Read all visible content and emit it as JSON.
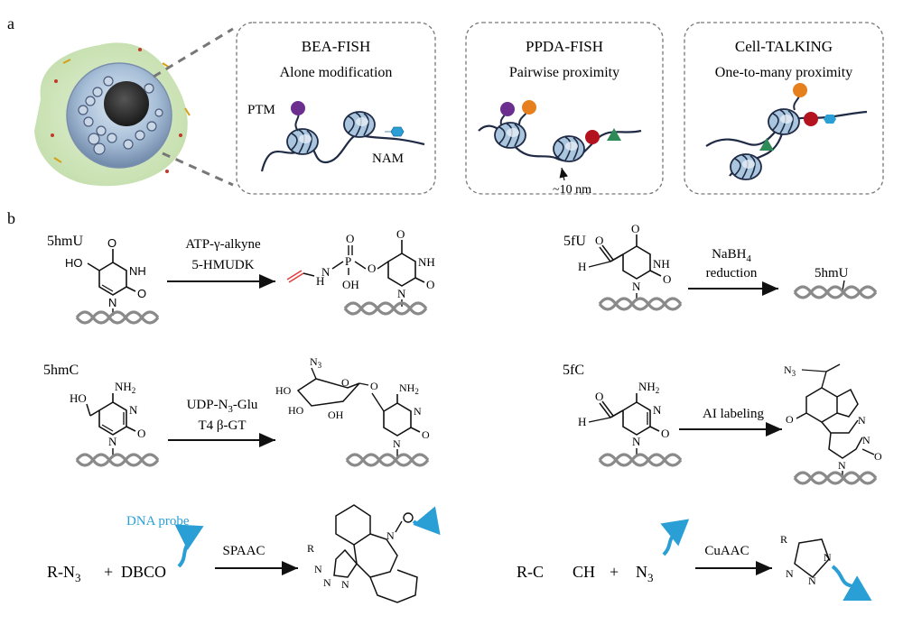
{
  "panel_labels": {
    "a": "a",
    "b": "b"
  },
  "panels": [
    {
      "title": "BEA-FISH",
      "subtitle": "Alone modification",
      "labels": [
        "PTM",
        "NAM"
      ]
    },
    {
      "title": "PPDA-FISH",
      "subtitle": "Pairwise proximity",
      "labels": [
        "~10 nm"
      ]
    },
    {
      "title": "Cell-TALKING",
      "subtitle": "One-to-many proximity",
      "labels": []
    }
  ],
  "reactions": {
    "r1": {
      "substrate": "5hmU",
      "reagent_top": "ATP-γ-alkyne",
      "reagent_bottom": "5-HMUDK"
    },
    "r2": {
      "substrate": "5fU",
      "reagent_top": "NaBH",
      "reagent_top_sub": "4",
      "reagent_bottom": "reduction",
      "product": "5hmU"
    },
    "r3": {
      "substrate": "5hmC",
      "reagent_top": "UDP-N",
      "reagent_top_sub": "3",
      "reagent_top_tail": "-Glu",
      "reagent_bottom": "T4 β-GT"
    },
    "r4": {
      "substrate": "5fC",
      "reagent_top": "AI labeling"
    },
    "r5": {
      "left_a": "R-N",
      "left_a_sub": "3",
      "plus": "+",
      "left_b": "DBCO",
      "probe": "DNA probe",
      "reagent": "SPAAC"
    },
    "r6": {
      "left_a": "R-C",
      "left_b": "CH",
      "plus": "+",
      "left_c": "N",
      "left_c_sub": "3",
      "reagent": "CuAAC"
    }
  },
  "atoms": {
    "o": "O",
    "nh": "NH",
    "n": "N",
    "ho": "HO",
    "h": "H",
    "nh2": "NH",
    "nh2_sub": "2",
    "p": "P",
    "oh": "OH",
    "r": "R",
    "n3": "N",
    "n3_sub": "3"
  },
  "colors": {
    "purple": "#6b2f8f",
    "orange": "#e6801f",
    "red": "#b3121f",
    "green": "#2e8b57",
    "blue": "#2a9fd6",
    "nucleosome": "#a9c6de",
    "dna": "#1f2a44",
    "helix": "#8a8a8a",
    "cell": "#cfe6b8",
    "nucleus": "#9bb3cf",
    "alkyne_red": "#e04040"
  }
}
